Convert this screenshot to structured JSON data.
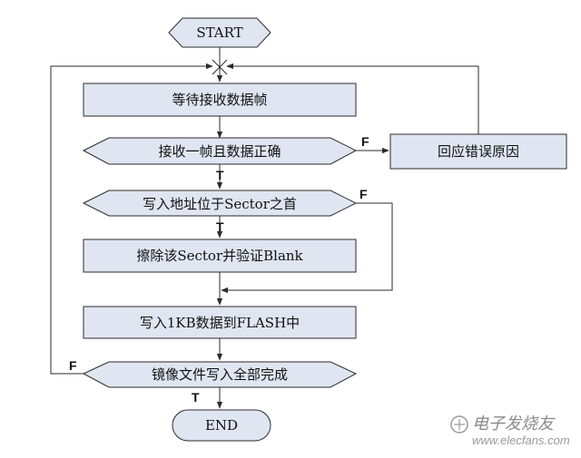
{
  "flowchart": {
    "start": "START",
    "end": "END",
    "wait_frame": "等待接收数据帧",
    "check_frame": "接收一帧且数据正确",
    "reply_error": "回应错误原因",
    "check_sector": "写入地址位于Sector之首",
    "erase_sector": "擦除该Sector并验证Blank",
    "write_flash": "写入1KB数据到FLASH中",
    "check_done": "镜像文件写入全部完成",
    "label_true": "T",
    "label_false": "F"
  },
  "colors": {
    "shape_fill": "#dfe6f1",
    "stroke": "#2b2b2b"
  },
  "watermark": {
    "brand": "电子发烧友",
    "url": "www.elecfans.com"
  }
}
